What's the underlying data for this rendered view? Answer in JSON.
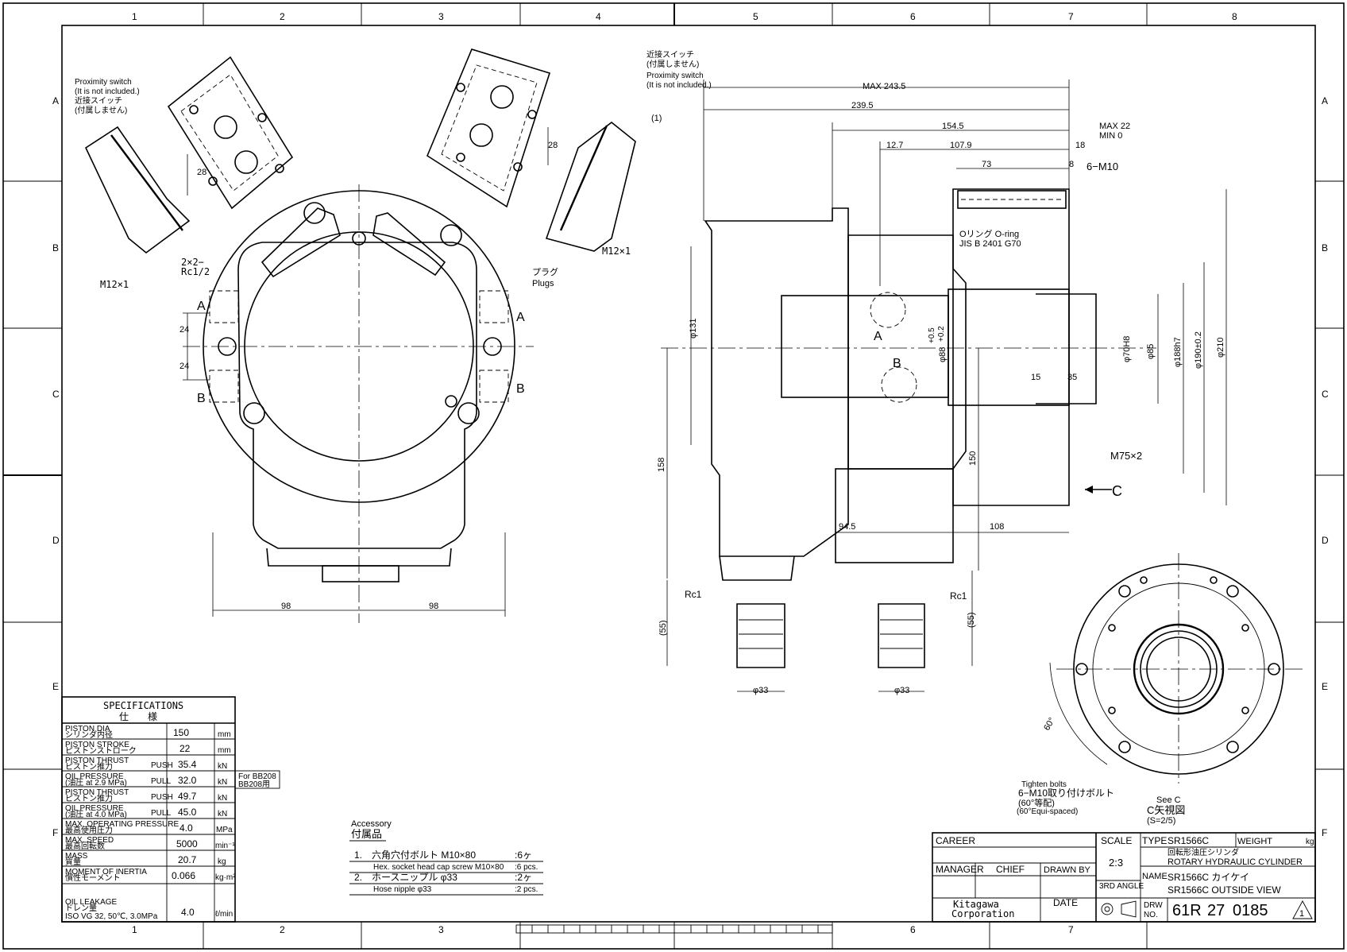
{
  "grid": {
    "columns": [
      "1",
      "2",
      "3",
      "4",
      "5",
      "6",
      "7",
      "8"
    ],
    "rows": [
      "A",
      "B",
      "C",
      "D",
      "E",
      "F"
    ]
  },
  "front_view": {
    "proximity_note_en": "Proximity switch",
    "proximity_note_en2": "(It is not included.)",
    "proximity_note_jp": "近接スイッチ",
    "proximity_note_jp2": "(付属しません)",
    "m12_left": "M12×1",
    "dim_28_left": "28",
    "ports_label": "2×2−",
    "ports_size": "Rc1/2",
    "plug_jp": "プラグ",
    "plug_en": "Plugs",
    "port_a_left": "A",
    "port_b_left": "B",
    "port_a_right": "A",
    "port_b_right": "B",
    "dim_24_top": "24",
    "dim_24_bottom": "24",
    "dim_98_left": "98",
    "dim_98_right": "98"
  },
  "right_top": {
    "proximity_note_jp": "近接スイッチ",
    "proximity_note_jp2": "(付属しません)",
    "proximity_note_en": "Proximity switch",
    "proximity_note_en2": "(It is not included.)",
    "dim_28_right": "28",
    "dim_1": "(1)",
    "m12_right": "M12×1"
  },
  "side_view": {
    "max_243": "MAX 243.5",
    "dim_239": "239.5",
    "dim_154": "154.5",
    "max_22": "MAX 22",
    "min_0": "MIN  0",
    "dim_12_7": "12.7",
    "dim_107_9": "107.9",
    "dim_18": "18",
    "dim_73": "73",
    "dim_8": "8",
    "bolts_6m10": "6−M10",
    "oring_jp": "Oリング    O-ring",
    "oring_std": "JIS B 2401 G70",
    "phi_131": "φ131",
    "phi_88": "φ88",
    "phi_88_tol": "+0.5",
    "phi_88_tol2": "+0.2",
    "phi_70": "φ70H8",
    "phi_85": "φ85",
    "phi_188": "φ188h7",
    "phi_190": "φ190±0.2",
    "phi_210": "φ210",
    "dim_15": "15",
    "dim_35": "35",
    "m75": "M75×2",
    "view_c": "C",
    "dim_158": "158",
    "dim_150": "150",
    "dim_94_5": "94.5",
    "dim_108": "108",
    "rc1_left": "Rc1",
    "rc1_right": "Rc1",
    "dim_55_left": "(55)",
    "dim_55_right": "(55)",
    "phi_33_left": "φ33",
    "phi_33_right": "φ33",
    "port_a": "A",
    "port_b": "B"
  },
  "view_c": {
    "angle_60": "60°",
    "tighten_en": "Tighten bolts",
    "tighten_jp": "6−M10取り付けボルト",
    "tighten_jp2": "(60°等配)",
    "tighten_en2": "(60°Equi-spaced)",
    "see_c": "See C",
    "see_c_jp": "C矢視図",
    "scale": "(S=2/5)"
  },
  "specifications": {
    "title_en": "SPECIFICATIONS",
    "title_jp": "仕　　様",
    "rows": [
      {
        "label": "PISTON DIA",
        "label_jp": "シリンダ内径",
        "value": "150",
        "unit": "mm"
      },
      {
        "label": "PISTON STROKE",
        "label_jp": "ピストンストローク",
        "value": "22",
        "unit": "mm"
      },
      {
        "label": "PISTON THRUST",
        "label_jp": "ピストン推力",
        "sub": "PUSH",
        "value": "35.4",
        "unit": "kN"
      },
      {
        "label": "OIL PRESSURE",
        "label_jp": "(油圧 at 2.9 MPa)",
        "sub": "PULL",
        "value": "32.0",
        "unit": "kN"
      },
      {
        "label": "PISTON THRUST",
        "label_jp": "ピストン推力",
        "sub": "PUSH",
        "value": "49.7",
        "unit": "kN"
      },
      {
        "label": "OIL PRESSURE",
        "label_jp": "(油圧 at 4.0 MPa)",
        "sub": "PULL",
        "value": "45.0",
        "unit": "kN"
      },
      {
        "label": "MAX. OPERATING PRESSURE",
        "label_jp": "最高使用圧力",
        "value": "4.0",
        "unit": "MPa"
      },
      {
        "label": "MAX. SPEED",
        "label_jp": "最高回転数",
        "value": "5000",
        "unit": "min⁻¹"
      },
      {
        "label": "MASS",
        "label_jp": "質量",
        "value": "20.7",
        "unit": "kg"
      },
      {
        "label": "MOMENT OF INERTIA",
        "label_jp": "慣性モーメント",
        "value": "0.066",
        "unit": "kg·m²"
      },
      {
        "label": "OIL LEAKAGE",
        "label_jp": "ドレン量",
        "extra": "ISO VG 32, 50℃, 3.0MPa",
        "value": "4.0",
        "unit": "ℓ/min"
      }
    ],
    "note_line1": "For BB208",
    "note_line2": "BB208用"
  },
  "accessory": {
    "title_en": "Accessory",
    "title_jp": "付属品",
    "items": [
      {
        "no": "1.",
        "jp": "六角穴付ボルト M10×80",
        "qty_jp": ":6ヶ",
        "en": "Hex. socket head cap screw M10×80",
        "qty_en": ":6 pcs."
      },
      {
        "no": "2.",
        "jp": "ホースニップル φ33",
        "qty_jp": ":2ヶ",
        "en": "Hose nipple φ33",
        "qty_en": ":2 pcs."
      }
    ]
  },
  "title_block": {
    "career": "CAREER",
    "scale_label": "SCALE",
    "scale_value": "2:3",
    "angle": "3RD ANGLE",
    "type_label": "TYPE",
    "type_value": "SR1566C",
    "weight_label": "WEIGHT",
    "weight_unit": "kg",
    "product_jp": "回転形油圧シリンダ",
    "product_en": "ROTARY HYDRAULIC CYLINDER",
    "manager": "MANAGER",
    "chief": "CHIEF",
    "drawn_by": "DRAWN BY",
    "name_label": "NAME",
    "name_1": "SR1566C カイケイ",
    "name_2": "SR1566C OUTSIDE VIEW",
    "company_1": "Kitagawa",
    "company_2": "Corporation",
    "date": "DATE",
    "drw_label": "DRW",
    "no_label": "NO.",
    "drw_1": "61R",
    "drw_2": "27",
    "drw_3": "0185",
    "revision": "1"
  }
}
